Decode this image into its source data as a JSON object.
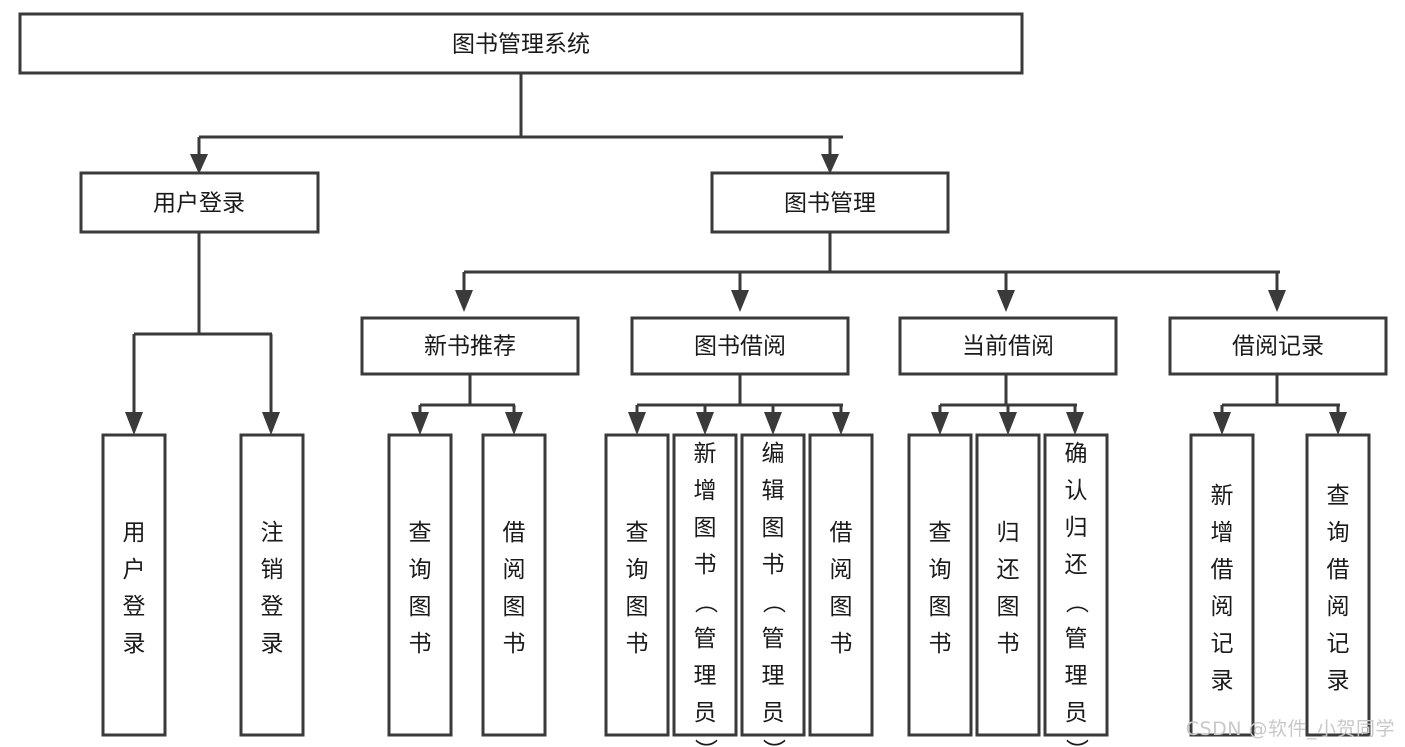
{
  "diagram": {
    "title": "图书管理系统",
    "watermark": "CSDN @软件_小贺同学",
    "colors": {
      "stroke": "#3a3a3a",
      "fill": "#ffffff",
      "text": "#1a1a1a",
      "watermark": "#c8c8c8"
    },
    "levels": {
      "root": {
        "label": "图书管理系统"
      },
      "level2": [
        {
          "id": "user-login",
          "label": "用户登录"
        },
        {
          "id": "book-management",
          "label": "图书管理"
        }
      ],
      "level3": [
        {
          "id": "new-book-recommend",
          "label": "新书推荐"
        },
        {
          "id": "book-borrow",
          "label": "图书借阅"
        },
        {
          "id": "current-borrow",
          "label": "当前借阅"
        },
        {
          "id": "borrow-record",
          "label": "借阅记录"
        }
      ],
      "level4": {
        "user-login": [
          {
            "id": "leaf-user-login",
            "label": "用户登录"
          },
          {
            "id": "leaf-user-logout",
            "label": "注销登录"
          }
        ],
        "new-book-recommend": [
          {
            "id": "leaf-query-book-1",
            "label": "查询图书"
          },
          {
            "id": "leaf-borrow-book-1",
            "label": "借阅图书"
          }
        ],
        "book-borrow": [
          {
            "id": "leaf-query-book-2",
            "label": "查询图书"
          },
          {
            "id": "leaf-add-book",
            "label": "新增图书（管理员）"
          },
          {
            "id": "leaf-edit-book",
            "label": "编辑图书（管理员）"
          },
          {
            "id": "leaf-borrow-book-2",
            "label": "借阅图书"
          }
        ],
        "current-borrow": [
          {
            "id": "leaf-query-book-3",
            "label": "查询图书"
          },
          {
            "id": "leaf-return-book",
            "label": "归还图书"
          },
          {
            "id": "leaf-confirm-return",
            "label": "确认归还（管理员）"
          }
        ],
        "borrow-record": [
          {
            "id": "leaf-add-record",
            "label": "新增借阅记录"
          },
          {
            "id": "leaf-query-record",
            "label": "查询借阅记录"
          }
        ]
      }
    }
  }
}
